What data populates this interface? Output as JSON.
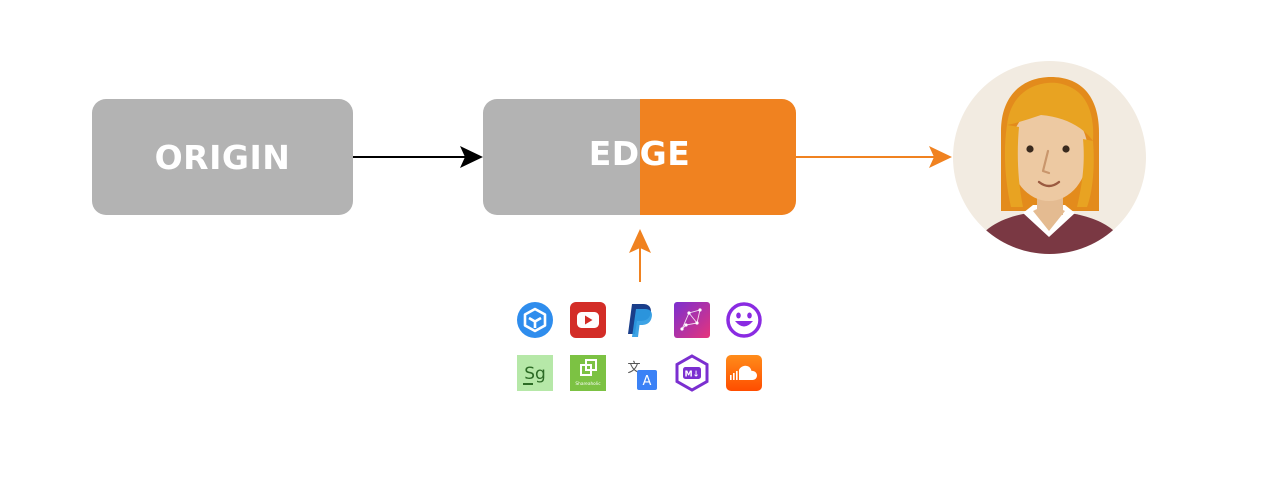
{
  "nodes": {
    "origin": {
      "label": "ORIGIN"
    },
    "edge": {
      "label": "EDGE"
    }
  },
  "apps": [
    {
      "icon": "cube-app-icon"
    },
    {
      "icon": "youtube-icon"
    },
    {
      "icon": "paypal-icon"
    },
    {
      "icon": "constellation-app-icon"
    },
    {
      "icon": "smiley-icon"
    },
    {
      "icon": "sg-app-icon",
      "text": "Sg"
    },
    {
      "icon": "shareaholic-icon",
      "text": "Shareaholic"
    },
    {
      "icon": "translate-icon",
      "text": "文 A"
    },
    {
      "icon": "markdown-icon",
      "text": "M↓"
    },
    {
      "icon": "soundcloud-icon"
    }
  ],
  "user": {
    "icon": "user-avatar-icon"
  },
  "colors": {
    "origin": "#b3b3b3",
    "edge_accent": "#f08220",
    "arrow_dark": "#000000",
    "arrow_accent": "#f08220"
  }
}
